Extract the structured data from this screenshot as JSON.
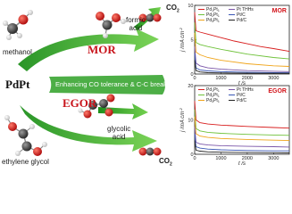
{
  "scheme": {
    "methanol": "methanol",
    "formic_acid_line1": "formic",
    "formic_acid_line2": "acid",
    "co2_top": "CO",
    "co2_top_sub": "2",
    "mor": "MOR",
    "catalyst": "PdPt",
    "banner": "Enhancing CO tolerance & C-C breaking",
    "egor": "EGOR",
    "glycolic_line1": "glycolic",
    "glycolic_line2": "acid",
    "ethylene_glycol": "ethylene glycol",
    "co2_bottom": "CO",
    "co2_bottom_sub": "2",
    "colors": {
      "arrow_green": "#3fbf2f",
      "banner_green": "#2f9b2a",
      "red_text": "#c8141b",
      "carbon": "#444444",
      "oxygen": "#d21c1c",
      "hydrogen": "#f2f2f2"
    }
  },
  "chart_data": [
    {
      "type": "line",
      "tag": "MOR",
      "xlabel": "t /s",
      "ylabel": "j /mA cm",
      "ylabel_sup": "-2",
      "xlim": [
        0,
        3600
      ],
      "ylim": [
        0,
        10
      ],
      "xticks": [
        0,
        1000,
        2000,
        3000
      ],
      "yticks": [
        0,
        5,
        10
      ],
      "series": [
        {
          "name": "Pd1Pt1",
          "name_base": "Pd",
          "name_sub1": "1",
          "name_mid": "Pt",
          "name_sub2": "1",
          "color": "#d81e1e",
          "x": [
            0,
            50,
            200,
            500,
            1000,
            1500,
            2000,
            2500,
            3000,
            3600
          ],
          "y": [
            9.0,
            6.3,
            6.1,
            5.8,
            5.3,
            4.8,
            4.4,
            4.0,
            3.7,
            3.3
          ]
        },
        {
          "name": "Pd2Pt1",
          "name_base": "Pd",
          "name_sub1": "2",
          "name_mid": "Pt",
          "name_sub2": "1",
          "color": "#6fc23a",
          "x": [
            0,
            50,
            200,
            500,
            1000,
            2000,
            3000,
            3600
          ],
          "y": [
            7.5,
            4.6,
            4.3,
            4.0,
            3.6,
            2.9,
            2.4,
            2.2
          ]
        },
        {
          "name": "Pd3Pt1",
          "name_base": "Pd",
          "name_sub1": "3",
          "name_mid": "Pt",
          "name_sub2": "1",
          "color": "#f0a419",
          "x": [
            0,
            50,
            200,
            500,
            1000,
            2000,
            3000,
            3600
          ],
          "y": [
            6.0,
            3.2,
            2.8,
            2.4,
            2.0,
            1.5,
            1.2,
            1.1
          ]
        },
        {
          "name": "Pt THHs",
          "color": "#7a55a8",
          "x": [
            0,
            50,
            200,
            500,
            1000,
            2000,
            3000,
            3600
          ],
          "y": [
            4.0,
            1.6,
            1.2,
            0.9,
            0.7,
            0.5,
            0.4,
            0.35
          ]
        },
        {
          "name": "Pt/C",
          "color": "#3a57b5",
          "x": [
            0,
            50,
            200,
            500,
            1000,
            2000,
            3000,
            3600
          ],
          "y": [
            3.0,
            0.9,
            0.6,
            0.45,
            0.35,
            0.25,
            0.2,
            0.18
          ]
        },
        {
          "name": "Pd/C",
          "color": "#222222",
          "x": [
            0,
            50,
            200,
            500,
            1000,
            2000,
            3000,
            3600
          ],
          "y": [
            2.0,
            0.5,
            0.3,
            0.2,
            0.15,
            0.12,
            0.1,
            0.1
          ]
        }
      ]
    },
    {
      "type": "line",
      "tag": "EGOR",
      "xlabel": "t /s",
      "ylabel": "j /mA cm",
      "ylabel_sup": "-2",
      "xlim": [
        0,
        3600
      ],
      "ylim": [
        0,
        20
      ],
      "xticks": [
        0,
        1000,
        2000,
        3000
      ],
      "yticks": [
        0,
        10,
        20
      ],
      "series": [
        {
          "name": "Pd1Pt1",
          "name_base": "Pd",
          "name_sub1": "1",
          "name_mid": "Pt",
          "name_sub2": "1",
          "color": "#d81e1e",
          "x": [
            0,
            50,
            200,
            500,
            1000,
            2000,
            3000,
            3600
          ],
          "y": [
            15.5,
            10.0,
            9.2,
            8.8,
            8.5,
            8.1,
            7.8,
            7.6
          ]
        },
        {
          "name": "Pd2Pt1",
          "name_base": "Pd",
          "name_sub1": "2",
          "name_mid": "Pt",
          "name_sub2": "1",
          "color": "#6fc23a",
          "x": [
            0,
            50,
            200,
            500,
            1000,
            2000,
            3000,
            3600
          ],
          "y": [
            13.0,
            7.5,
            6.8,
            6.4,
            6.1,
            5.8,
            5.6,
            5.5
          ]
        },
        {
          "name": "Pd3Pt1",
          "name_base": "Pd",
          "name_sub1": "3",
          "name_mid": "Pt",
          "name_sub2": "1",
          "color": "#f0a419",
          "x": [
            0,
            50,
            200,
            500,
            1000,
            2000,
            3000,
            3600
          ],
          "y": [
            11.0,
            6.0,
            5.3,
            4.9,
            4.6,
            4.3,
            4.1,
            4.0
          ]
        },
        {
          "name": "Pt THHs",
          "color": "#7a55a8",
          "x": [
            0,
            50,
            200,
            500,
            1000,
            2000,
            3000,
            3600
          ],
          "y": [
            8.0,
            3.5,
            3.0,
            2.7,
            2.5,
            2.3,
            2.2,
            2.1
          ]
        },
        {
          "name": "Pt/C",
          "color": "#3a57b5",
          "x": [
            0,
            50,
            200,
            500,
            1000,
            2000,
            3000,
            3600
          ],
          "y": [
            6.0,
            2.2,
            1.8,
            1.5,
            1.3,
            1.1,
            1.0,
            1.0
          ]
        },
        {
          "name": "Pd/C",
          "color": "#222222",
          "x": [
            0,
            50,
            200,
            500,
            1000,
            2000,
            3000,
            3600
          ],
          "y": [
            4.0,
            1.2,
            0.9,
            0.7,
            0.6,
            0.5,
            0.45,
            0.4
          ]
        }
      ]
    }
  ]
}
